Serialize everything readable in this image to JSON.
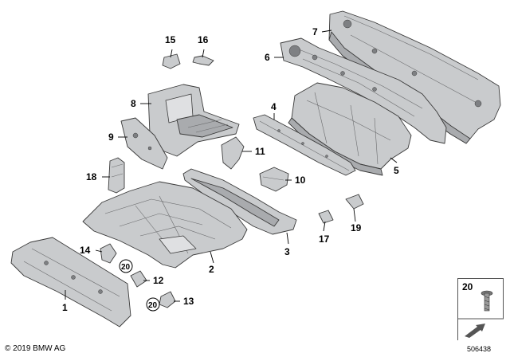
{
  "callouts": {
    "c1": "1",
    "c2": "2",
    "c3": "3",
    "c4": "4",
    "c5": "5",
    "c6": "6",
    "c7": "7",
    "c8": "8",
    "c9": "9",
    "c10": "10",
    "c11": "11",
    "c12": "12",
    "c13": "13",
    "c14": "14",
    "c15": "15",
    "c16": "16",
    "c17": "17",
    "c18": "18",
    "c19": "19"
  },
  "circled_refs": {
    "r12": "20",
    "r13": "20"
  },
  "legend": {
    "number": "20"
  },
  "footer": {
    "copyright": "© 2019 BMW AG",
    "diagram_id": "506438"
  }
}
